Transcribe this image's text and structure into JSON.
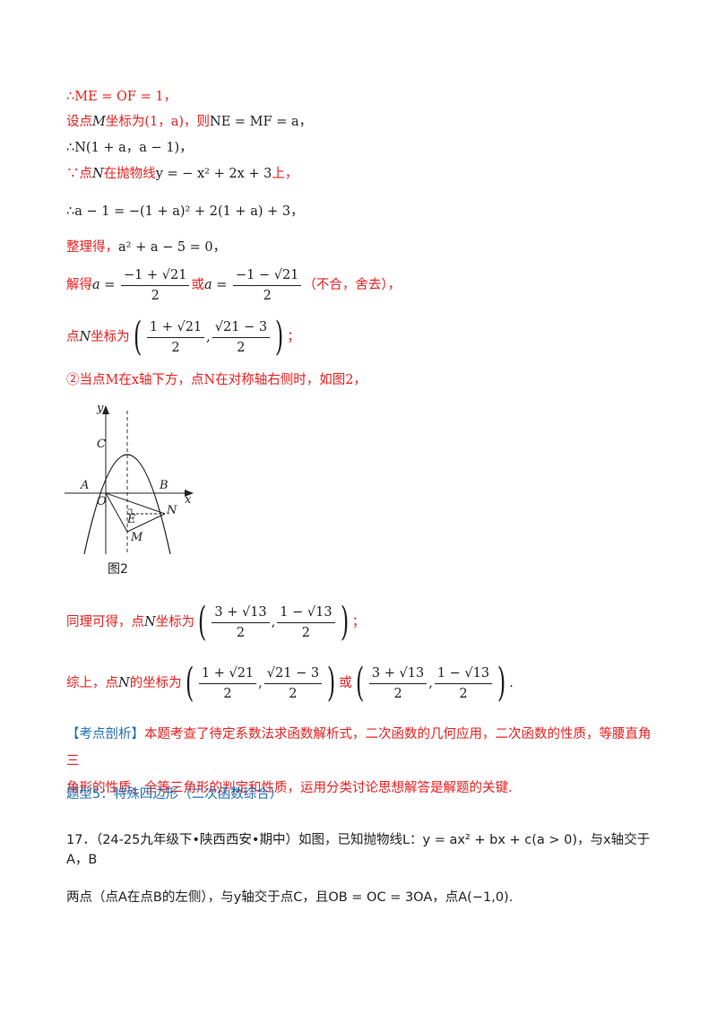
{
  "lines": {
    "l1": "∴ME = OF = 1，",
    "l2_pre": "设点",
    "l2_M": "M",
    "l2_mid": "坐标为(1，a)，则",
    "l2_eq": "NE = MF = a，",
    "l3": "∴N(1 + a，a − 1)，",
    "l4_pre": "∵点",
    "l4_N": "N",
    "l4_mid": "在抛物线",
    "l4_eq": "y = − x² + 2x + 3",
    "l4_end": "上，",
    "l5": "∴a − 1 = −(1 + a)² + 2(1 + a) + 3，",
    "l6_pre": "整理得，",
    "l6_eq": "a² + a − 5 = 0，",
    "l7_pre": "解得",
    "l7_a": "a =",
    "l7_num1": "−1 + √21",
    "l7_den1": "2",
    "l7_or": "或",
    "l7_a2": "a =",
    "l7_num2": "−1 − √21",
    "l7_den2": "2",
    "l7_end": "（不合，舍去），",
    "l8_pre": "点",
    "l8_N": "N",
    "l8_mid": "坐标为",
    "l8_num1": "1 + √21",
    "l8_den1": "2",
    "l8_num2": "√21 − 3",
    "l8_den2": "2",
    "l8_end": "；",
    "l9": "②当点M在x轴下方，点N在对称轴右侧时，如图2，",
    "l10_pre": "同理可得，点",
    "l10_N": "N",
    "l10_mid": "坐标为",
    "l10_num1": "3 + √13",
    "l10_den1": "2",
    "l10_num2": "1 − √13",
    "l10_den2": "2",
    "l10_end": "；",
    "l11_pre": "综上，点",
    "l11_N": "N",
    "l11_mid": "的坐标为",
    "l11_num1": "1 + √21",
    "l11_den1": "2",
    "l11_num2": "√21 − 3",
    "l11_den2": "2",
    "l11_or": "或",
    "l11_num3": "3 + √13",
    "l11_den3": "2",
    "l11_num4": "1 − √13",
    "l11_den4": "2",
    "l11_end": "."
  },
  "analysis": {
    "tag": "【考点剖析】",
    "text1": "本题考查了待定系数法求函数解析式，二次函数的几何应用，二次函数的性质，等腰直角三",
    "text2": "角形的性质，全等三角形的判定和性质，运用分类讨论思想解答是解题的关键."
  },
  "heading": "题型5：特殊四边形（二次函数综合）",
  "problem": {
    "line1": "17．（24-25九年级下•陕西西安•期中）如图，已知抛物线L：y = ax² + bx + c(a > 0)，与x轴交于A，B",
    "line2": "两点（点A在点B的左侧），与y轴交于点C，且OB = OC = 3OA，点A(−1,0)."
  },
  "figure": {
    "caption": "图2",
    "labels": {
      "y": "y",
      "x": "x",
      "C": "C",
      "A": "A",
      "B": "B",
      "O": "O",
      "E": "E",
      "N": "N",
      "M": "M"
    }
  }
}
